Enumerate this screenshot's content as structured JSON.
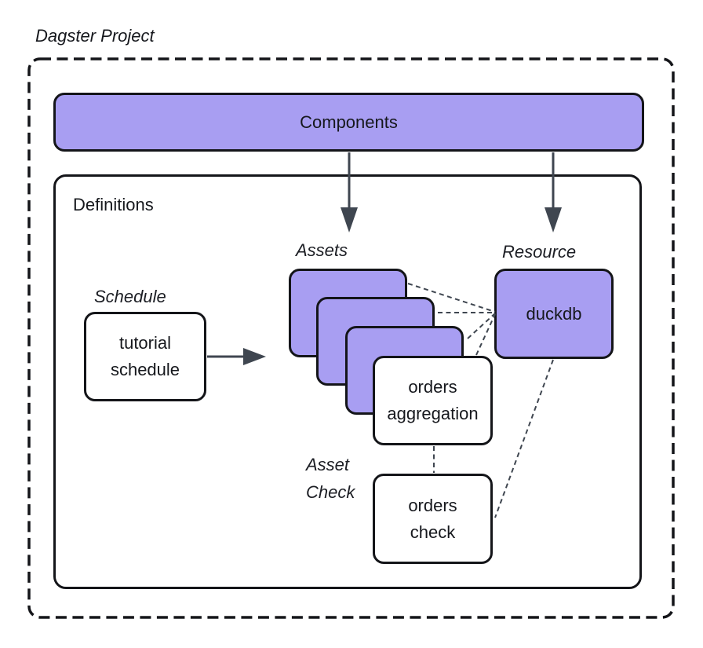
{
  "title": "Dagster Project",
  "components": {
    "label": "Components"
  },
  "definitions": {
    "label": "Definitions",
    "schedule": {
      "section_label": "Schedule",
      "node_label": "tutorial\nschedule"
    },
    "assets": {
      "section_label": "Assets",
      "front_node_label": "orders\naggregation"
    },
    "resource": {
      "section_label": "Resource",
      "node_label": "duckdb"
    },
    "asset_check": {
      "section_label": "Asset\nCheck",
      "node_label": "orders\ncheck"
    }
  },
  "colors": {
    "node_purple": "#A89EF2",
    "node_white": "#FFFFFF",
    "outline_black": "#141519",
    "connector_gray": "#3F4650",
    "text": "#16181D",
    "background": "#FFFFFF"
  }
}
